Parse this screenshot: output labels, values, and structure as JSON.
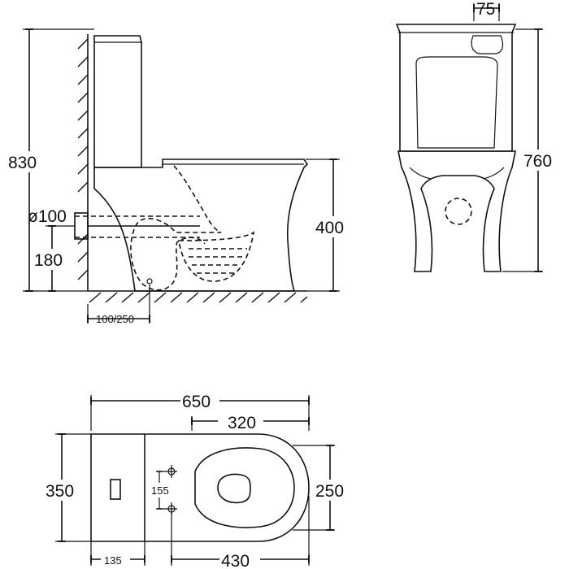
{
  "side_view": {
    "height_total": "830",
    "pipe_diameter": "ø100",
    "pipe_height": "180",
    "seat_height": "400",
    "outlet_offset": "100/250"
  },
  "front_view": {
    "button_width": "75",
    "height": "760"
  },
  "top_view": {
    "overall_length": "650",
    "bowl_length": "320",
    "overall_width": "350",
    "bowl_width": "250",
    "fixing_spacing": "155",
    "tank_depth": "135",
    "outlet_to_front": "430"
  }
}
